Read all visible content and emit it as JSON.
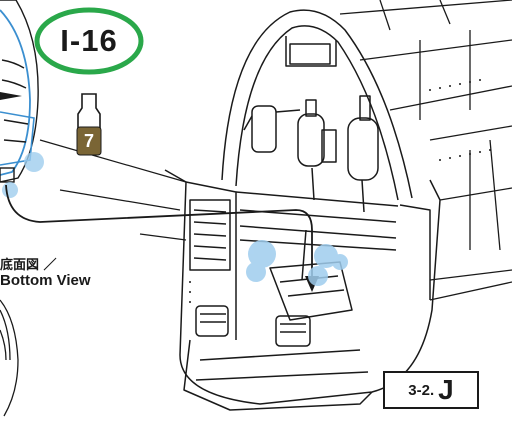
{
  "step": {
    "label": "I-16",
    "ring_color": "#2aa84a"
  },
  "paint": {
    "number": "7",
    "color": "#7a6535"
  },
  "caption": {
    "jp": "底面図 ／",
    "en": "Bottom View"
  },
  "reference": {
    "step": "3-2.",
    "part": "J"
  },
  "colors": {
    "highlight": "#9fcdee",
    "line": "#1a1a1a",
    "inset_accent": "#3b8fd0"
  }
}
